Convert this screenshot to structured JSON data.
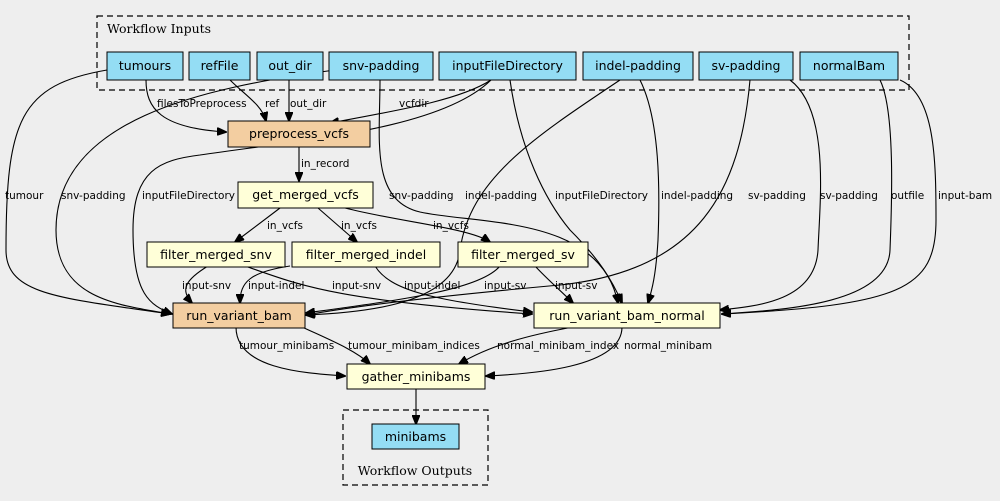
{
  "clusters": {
    "inputs": {
      "label": "Workflow Inputs"
    },
    "outputs": {
      "label": "Workflow Outputs"
    }
  },
  "colors": {
    "input_node": "#94ddf4",
    "step_node": "#f3cea1",
    "step_node_light": "#ffffd8",
    "background": "#eeeeee"
  },
  "nodes": {
    "tumours": "tumours",
    "refFile": "refFile",
    "out_dir": "out_dir",
    "snv_padding": "snv-padding",
    "inputFileDirectory": "inputFileDirectory",
    "indel_padding": "indel-padding",
    "sv_padding": "sv-padding",
    "normalBam": "normalBam",
    "preprocess_vcfs": "preprocess_vcfs",
    "get_merged_vcfs": "get_merged_vcfs",
    "filter_merged_snv": "filter_merged_snv",
    "filter_merged_indel": "filter_merged_indel",
    "filter_merged_sv": "filter_merged_sv",
    "run_variant_bam": "run_variant_bam",
    "run_variant_bam_normal": "run_variant_bam_normal",
    "gather_minibams": "gather_minibams",
    "minibams": "minibams"
  },
  "edges": {
    "filesToPreprocess": "filesToPreprocess",
    "ref": "ref",
    "out_dir": "out_dir",
    "vcfdir": "vcfdir",
    "in_record": "in_record",
    "in_vcfs_snv": "in_vcfs",
    "in_vcfs_indel": "in_vcfs",
    "in_vcfs_sv": "in_vcfs",
    "tumour": "tumour",
    "snv_padding_a": "snv-padding",
    "inputFileDirectory_a": "inputFileDirectory",
    "snv_padding_b": "snv-padding",
    "indel_padding_a": "indel-padding",
    "inputFileDirectory_b": "inputFileDirectory",
    "indel_padding_b": "indel-padding",
    "sv_padding_a": "sv-padding",
    "sv_padding_b": "sv-padding",
    "outfile": "outfile",
    "input_bam": "input-bam",
    "input_snv_a": "input-snv",
    "input_indel_a": "input-indel",
    "input_snv_b": "input-snv",
    "input_indel_b": "input-indel",
    "input_sv_a": "input-sv",
    "input_sv_b": "input-sv",
    "tumour_minibams": "tumour_minibams",
    "tumour_minibam_indices": "tumour_minibam_indices",
    "normal_minibam_index": "normal_minibam_index",
    "normal_minibam": "normal_minibam"
  }
}
